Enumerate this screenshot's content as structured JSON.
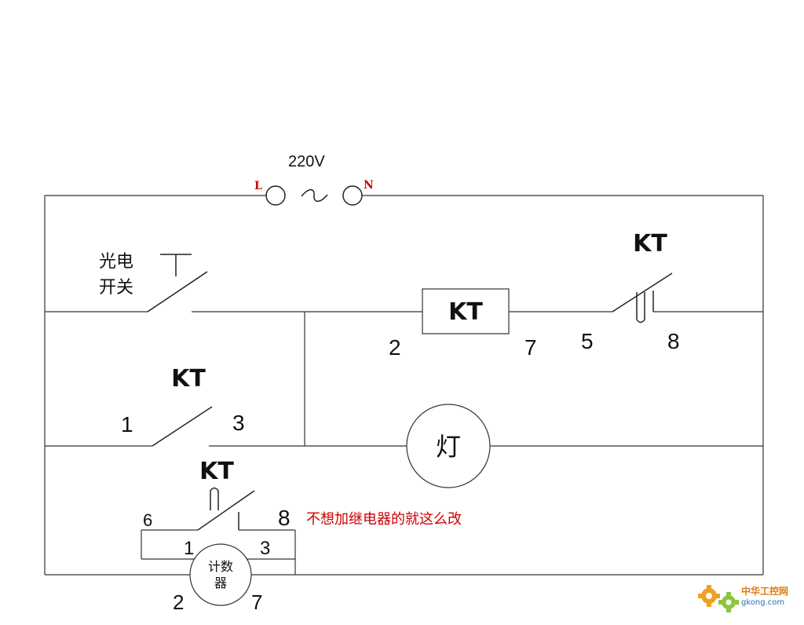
{
  "source": {
    "voltage": "220V",
    "line_label": "L",
    "neutral_label": "N",
    "ac_symbol": "~"
  },
  "photo_switch": {
    "line1": "光电",
    "line2": "开关"
  },
  "relay_coil": {
    "label": "KT",
    "pin_left": "2",
    "pin_right": "7"
  },
  "nc_contact_top": {
    "label": "KT",
    "pin_left": "5",
    "pin_right": "8"
  },
  "no_contact": {
    "label": "KT",
    "pin_left": "1",
    "pin_right": "3"
  },
  "lamp": {
    "label": "灯"
  },
  "nc_contact_bottom": {
    "label": "KT",
    "pin_left": "6",
    "pin_right": "8"
  },
  "counter": {
    "line1": "计数",
    "line2": "器",
    "pin_top_left": "1",
    "pin_top_right": "3",
    "pin_bottom_left": "2",
    "pin_bottom_right": "7"
  },
  "note": "不想加继电器的就这么改",
  "watermark": {
    "name": "中华工控网",
    "url": "gkong.com"
  },
  "colors": {
    "note": "#cc0000",
    "wire": "#333333",
    "logo_orange": "#e07a10",
    "logo_blue": "#2a6fb0"
  }
}
